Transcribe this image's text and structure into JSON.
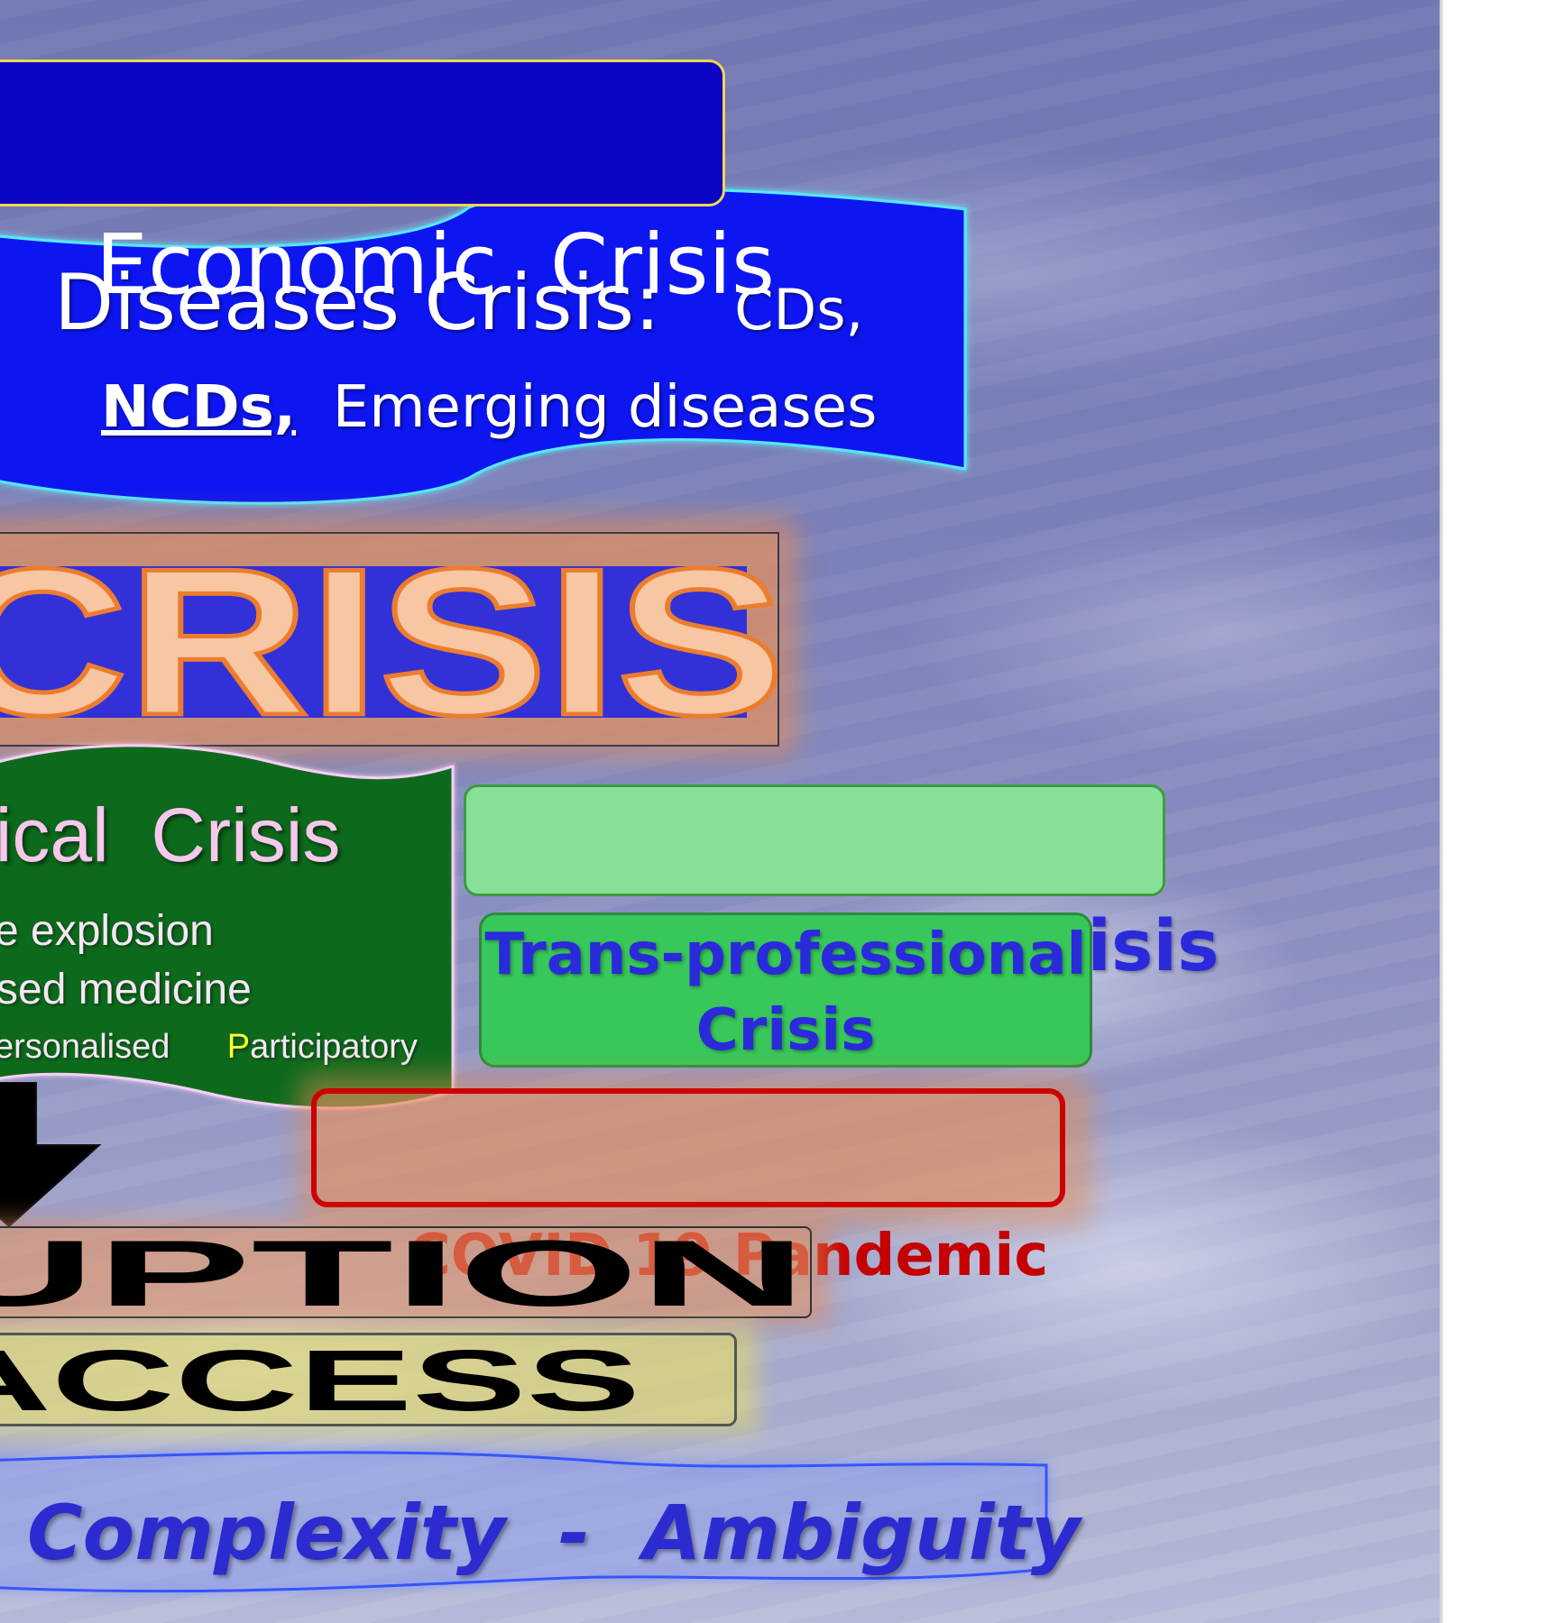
{
  "slide": {
    "economic": {
      "text": "Economic  Crisis"
    },
    "diseases": {
      "title": "Diseases Crisis:",
      "cds": "CDs,",
      "ncds": "NCDs,",
      "emerging": "Emerging diseases"
    },
    "crisis": {
      "text": "CRISIS"
    },
    "technological": {
      "title": "gical  Crisis",
      "line1": "e explosion",
      "line2": "sed medicine",
      "line3_part1": "ersonalised",
      "line3_p": "P",
      "line3_part2": "articipatory"
    },
    "pedagogic": {
      "text": "Pedagogic Crisis"
    },
    "trans_professional": {
      "line1": "Trans-professional",
      "line2": "Crisis"
    },
    "covid": {
      "text": "COVID 19 Pandemic"
    },
    "disruption": {
      "text": "UPTION"
    },
    "access": {
      "text": "ACCESS"
    },
    "complexity": {
      "text": "Complexity  -  Ambiguity"
    }
  },
  "colors": {
    "banner_blue": "#0a06c2",
    "crisis_fill": "#3231d8",
    "crisis_letters": "#f7c6a3",
    "crisis_outline": "#ec7d2e",
    "techno_green": "#0f6a1f",
    "pedagogic_bg": "#86e097",
    "trans_bg": "#37c75a",
    "covid_red": "#cc0000",
    "complexity_blue": "#2b2bd0"
  },
  "icons": {
    "arrow": "down-arrow-icon"
  }
}
